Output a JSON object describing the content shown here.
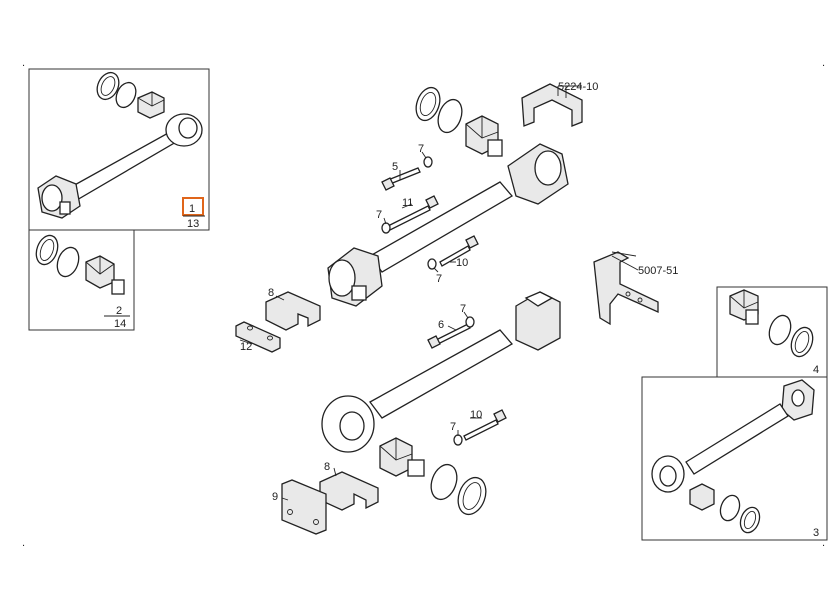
{
  "callouts": {
    "ref_top": "5224-10",
    "ref_mid": "5007-51",
    "n5": "5",
    "n7a": "7",
    "n11": "11",
    "n7b": "7",
    "n10a": "10",
    "n7c": "7",
    "n8a": "8",
    "n12": "12",
    "n7d": "7",
    "n6": "6",
    "n7e": "7",
    "n10b": "10",
    "n8b": "8",
    "n9": "9"
  },
  "insets": {
    "top_left": {
      "item": "1",
      "qty": "13"
    },
    "mid_left": {
      "item": "2",
      "qty": "14"
    },
    "right_small": {
      "item": "4"
    },
    "right_large": {
      "item": "3"
    }
  },
  "colors": {
    "highlight": "#e0651a",
    "line": "#222222"
  }
}
